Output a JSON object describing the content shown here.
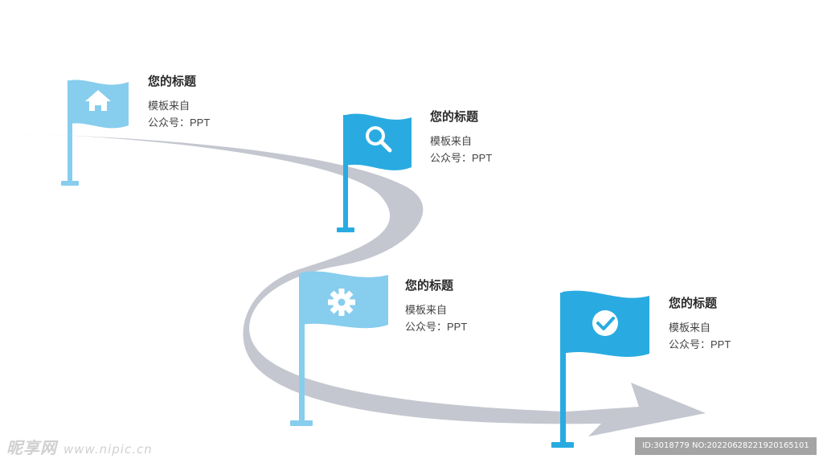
{
  "colors": {
    "road": "#c4c7cf",
    "flag_light": "#87cdee",
    "flag_dark": "#29abe2",
    "icon": "#ffffff"
  },
  "milestones": [
    {
      "title": "您的标题",
      "line1": "模板来自",
      "line2": "公众号：PPT",
      "icon": "home-icon",
      "flag_color": "light"
    },
    {
      "title": "您的标题",
      "line1": "模板来自",
      "line2": "公众号：PPT",
      "icon": "search-icon",
      "flag_color": "dark"
    },
    {
      "title": "您的标题",
      "line1": "模板来自",
      "line2": "公众号：PPT",
      "icon": "gear-icon",
      "flag_color": "light"
    },
    {
      "title": "您的标题",
      "line1": "模板来自",
      "line2": "公众号：PPT",
      "icon": "check-circle-icon",
      "flag_color": "dark"
    }
  ],
  "watermark": {
    "site": "昵享网",
    "url": "www.nipic.cn",
    "id_text": "ID:3018779 NO:20220628221920165101"
  }
}
